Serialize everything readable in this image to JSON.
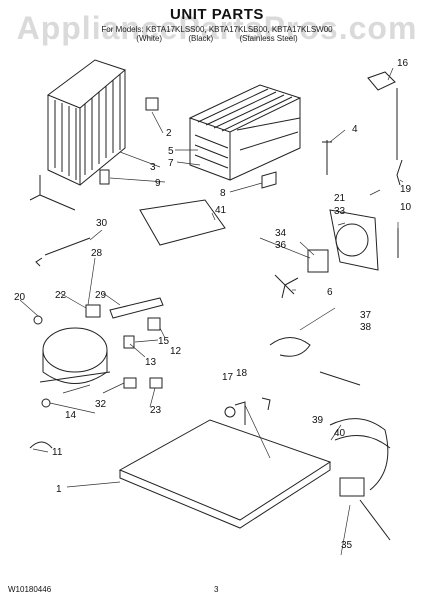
{
  "title": "UNIT PARTS",
  "watermark": "AppliancePartsPros.com",
  "models": {
    "line1": "For Models: KBTA17KLSS00, KBTA17KLSB00, KBTA17KLSW00",
    "variants": [
      "(White)",
      "(Black)",
      "(Stainless Steel)"
    ]
  },
  "callouts": {
    "c1": "1",
    "c2": "2",
    "c3": "3",
    "c4": "4",
    "c5": "5",
    "c6": "6",
    "c7": "7",
    "c8": "8",
    "c9": "9",
    "c10": "10",
    "c11": "11",
    "c12": "12",
    "c13": "13",
    "c14": "14",
    "c15": "15",
    "c16": "16",
    "c17": "17",
    "c18": "18",
    "c19": "19",
    "c20": "20",
    "c21": "21",
    "c22": "22",
    "c23": "23",
    "c28": "28",
    "c29": "29",
    "c30": "30",
    "c32": "32",
    "c33": "33",
    "c34": "34",
    "c35": "35",
    "c36": "36",
    "c37": "37",
    "c38": "38",
    "c39": "39",
    "c40": "40",
    "c41": "41"
  },
  "footer": {
    "doc_number": "W10180446",
    "page": "3"
  }
}
